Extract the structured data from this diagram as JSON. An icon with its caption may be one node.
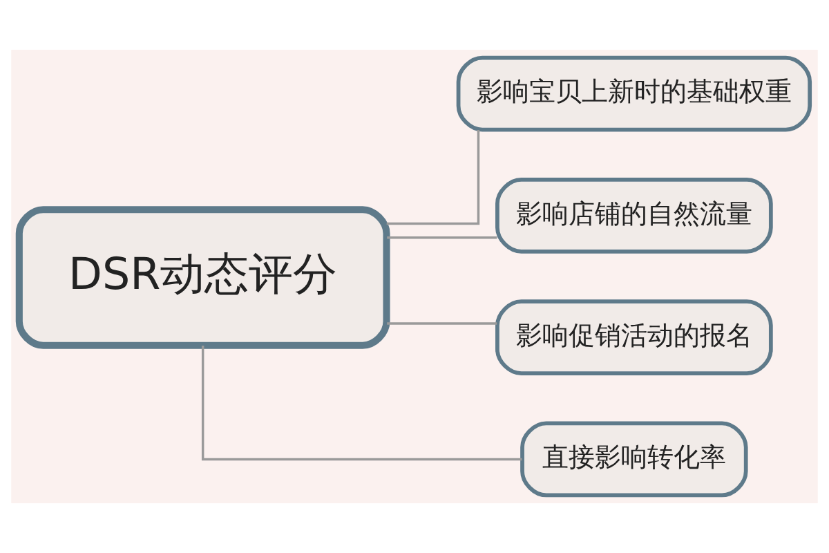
{
  "diagram": {
    "nodes": [
      {
        "text": [
          "DSR动态评分"
        ]
      },
      {
        "text": [
          "影响宝贝上新时的基础权重"
        ]
      },
      {
        "text": [
          "影响店铺的自然流量"
        ]
      },
      {
        "text": [
          "影响促销活动的报名"
        ]
      },
      {
        "text": [
          "直接影响转化率"
        ]
      }
    ],
    "edges": [
      {
        "from": 0,
        "to": 1,
        "arrow": "none"
      },
      {
        "from": 0,
        "to": 2,
        "arrow": "none"
      },
      {
        "from": 0,
        "to": 3,
        "arrow": "none"
      },
      {
        "from": 0,
        "to": 4,
        "arrow": "none"
      }
    ]
  }
}
